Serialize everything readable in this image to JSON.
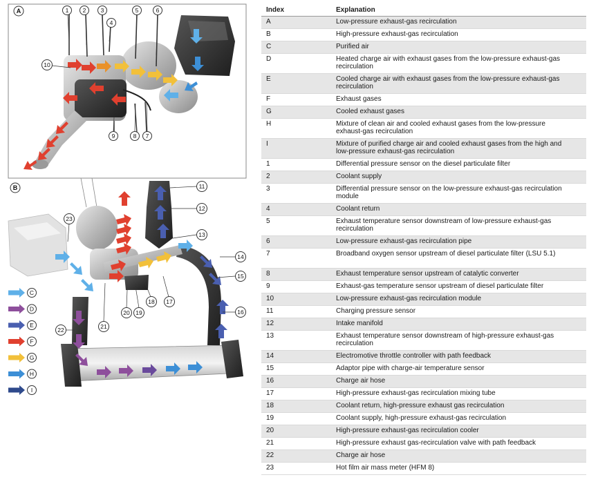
{
  "diagram": {
    "panels": [
      {
        "label": "A"
      },
      {
        "label": "B"
      }
    ],
    "callouts_a": [
      "1",
      "2",
      "3",
      "4",
      "5",
      "6",
      "7",
      "8",
      "9",
      "10"
    ],
    "callouts_b": [
      "11",
      "12",
      "13",
      "14",
      "15",
      "16",
      "17",
      "18",
      "19",
      "20",
      "21",
      "22",
      "23"
    ],
    "arrow_legend": [
      {
        "letter": "C",
        "color": "#5fb0e8"
      },
      {
        "letter": "D",
        "color": "#8e4f9c"
      },
      {
        "letter": "E",
        "color": "#4a5fb0"
      },
      {
        "letter": "F",
        "color": "#e0402f"
      },
      {
        "letter": "G",
        "color": "#f2c03a"
      },
      {
        "letter": "H",
        "color": "#3d8fd6"
      },
      {
        "letter": "I",
        "color": "#2f4a8c"
      }
    ]
  },
  "legend": {
    "header_index": "Index",
    "header_explanation": "Explanation",
    "rows": [
      {
        "index": "A",
        "text": "Low-pressure exhaust-gas recirculation"
      },
      {
        "index": "B",
        "text": "High-pressure exhaust-gas recirculation"
      },
      {
        "index": "C",
        "text": "Purified air"
      },
      {
        "index": "D",
        "text": "Heated charge air with exhaust gases from the low-pressure exhaust-gas recirculation"
      },
      {
        "index": "E",
        "text": "Cooled charge air with exhaust gases from the low-pressure exhaust-gas recirculation"
      },
      {
        "index": "F",
        "text": "Exhaust gases"
      },
      {
        "index": "G",
        "text": "Cooled exhaust gases"
      },
      {
        "index": "H",
        "text": "Mixture of clean air and cooled exhaust gases from the low-pressure exhaust-gas recirculation"
      },
      {
        "index": "I",
        "text": "Mixture of purified charge air and cooled exhaust gases from the high and low-pressure exhaust-gas recirculation"
      },
      {
        "index": "1",
        "text": "Differential pressure sensor on the diesel particulate filter"
      },
      {
        "index": "2",
        "text": "Coolant supply"
      },
      {
        "index": "3",
        "text": "Differential pressure sensor on the low-pressure exhaust-gas recirculation module"
      },
      {
        "index": "4",
        "text": "Coolant return"
      },
      {
        "index": "5",
        "text": "Exhaust temperature sensor downstream of low-pressure exhaust-gas recirculation"
      },
      {
        "index": "6",
        "text": "Low-pressure exhaust-gas recirculation pipe"
      },
      {
        "index": "7",
        "text": "Broadband oxygen sensor upstream of diesel particulate filter (LSU 5.1)"
      },
      {
        "index": "8",
        "text": "Exhaust temperature sensor upstream of catalytic converter"
      },
      {
        "index": "9",
        "text": "Exhaust-gas temperature sensor upstream of diesel particulate filter"
      },
      {
        "index": "10",
        "text": "Low-pressure exhaust-gas recirculation module"
      },
      {
        "index": "11",
        "text": "Charging pressure sensor"
      },
      {
        "index": "12",
        "text": "Intake manifold"
      },
      {
        "index": "13",
        "text": "Exhaust temperature sensor downstream of high-pressure exhaust-gas recirculation"
      },
      {
        "index": "14",
        "text": "Electromotive throttle controller with path feedback"
      },
      {
        "index": "15",
        "text": "Adaptor pipe with charge-air temperature sensor"
      },
      {
        "index": "16",
        "text": "Charge air hose"
      },
      {
        "index": "17",
        "text": "High-pressure exhaust-gas recirculation mixing tube"
      },
      {
        "index": "18",
        "text": "Coolant return, high-pressure exhaust gas recirculation"
      },
      {
        "index": "19",
        "text": "Coolant supply, high-pressure exhaust-gas recirculation"
      },
      {
        "index": "20",
        "text": "High-pressure exhaust-gas recirculation cooler"
      },
      {
        "index": "21",
        "text": "High-pressure exhaust gas-recirculation valve with path feedback"
      },
      {
        "index": "22",
        "text": "Charge air hose"
      },
      {
        "index": "23",
        "text": "Hot film air mass meter (HFM 8)"
      }
    ]
  }
}
